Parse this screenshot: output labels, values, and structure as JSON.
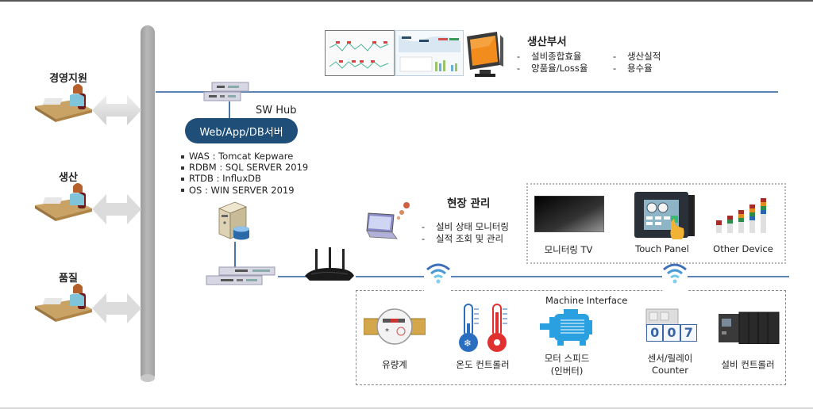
{
  "departments": [
    {
      "label": "경영지원"
    },
    {
      "label": "생산"
    },
    {
      "label": "품질"
    }
  ],
  "network": {
    "hub_label": "SW Hub",
    "server_label": "Web/App/DB서버",
    "server_specs": [
      "WAS : Tomcat  Kepware",
      "RDBM : SQL SERVER 2019",
      "RTDB : InfluxDB",
      "OS : WIN SERVER 2019"
    ]
  },
  "production_dept": {
    "title": "생산부서",
    "items": [
      "설비종합효율",
      "양품율/Loss율",
      "생산실적",
      "용수율"
    ]
  },
  "field_management": {
    "title": "현장 관리",
    "items": [
      "설비 상태 모니터링",
      "실적 조회 및 관리"
    ]
  },
  "display_devices": [
    {
      "label": "모니터링 TV"
    },
    {
      "label": "Touch Panel"
    },
    {
      "label": "Other Device"
    }
  ],
  "machine_interface": {
    "title": "Machine Interface",
    "devices": [
      {
        "label": "유량계"
      },
      {
        "label": "온도 컨트롤러"
      },
      {
        "label_line1": "모터 스피드",
        "label_line2": "(인버터)"
      },
      {
        "label_line1": "센서/릴레이",
        "label_line2": "Counter"
      },
      {
        "label": "설비 컨트롤러"
      }
    ],
    "counter_digits": "007"
  },
  "colors": {
    "accent_blue": "#1f4e79",
    "line_blue": "#5a84b6",
    "backbone_gray": "#a8a8a8",
    "monitor_orange": "#f28c1c"
  }
}
